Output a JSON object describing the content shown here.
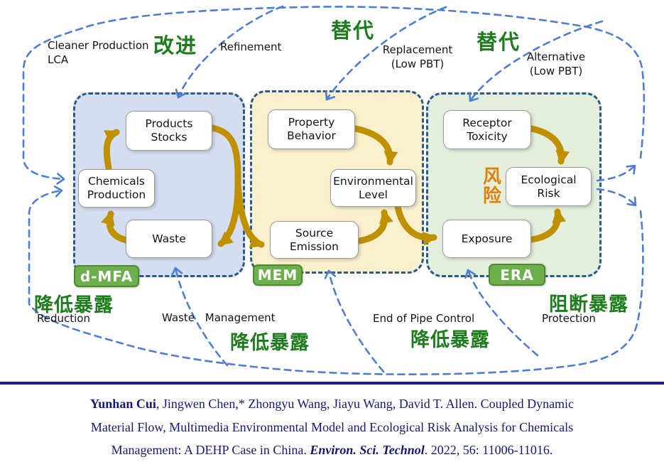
{
  "diagram": {
    "top_annotations": {
      "cleaner_production": "Cleaner Production\nLCA",
      "improve_zh": "改进",
      "refinement": "Refinement",
      "replace_zh_1": "替代",
      "replacement": "Replacement\n(Low PBT)",
      "replace_zh_2": "替代",
      "alternative": "Alternative\n(Low PBT)"
    },
    "modules": {
      "dmfa": {
        "tag": "d-MFA",
        "nodes": {
          "products": "Products\nStocks",
          "chemicals": "Chemicals\nProduction",
          "waste": "Waste"
        }
      },
      "mem": {
        "tag": "MEM",
        "nodes": {
          "property": "Property\nBehavior",
          "env": "Environmental\nLevel",
          "source": "Source\nEmission"
        }
      },
      "era": {
        "tag": "ERA",
        "risk_zh": "风\n险",
        "nodes": {
          "receptor": "Receptor\nToxicity",
          "risk": "Ecological\nRisk",
          "exposure": "Exposure"
        }
      }
    },
    "bottom_annotations": {
      "reduce_exposure_zh_1": "降低暴露",
      "reduction": "Reduction",
      "waste_management": "Waste Management",
      "reduce_exposure_zh_2": "降低暴露",
      "end_of_pipe": "End of Pipe Control",
      "reduce_exposure_zh_3": "降低暴露",
      "block_exposure_zh": "阻断暴露",
      "protection": "Protection"
    },
    "colors": {
      "outer_dashed_blue": "#4d7ed3",
      "module_border_blue": "#2a5a8e",
      "flow_gold": "#bf9000",
      "tag_green": "#6cb04b",
      "chinese_green": "#1d7d1d",
      "risk_orange": "#e0800a",
      "citation_navy": "#16167e",
      "dmfa_fill": "#d4def0",
      "mem_fill": "#fbf0cd",
      "era_fill": "#e3efdb"
    }
  },
  "citation": {
    "line1_bold": "Yunhan Cui",
    "line1_rest": ", Jingwen Chen,* Zhongyu Wang, Jiayu Wang, David T. Allen. Coupled Dynamic",
    "line2": "Material Flow, Multimedia Environmental Model and Ecological Risk Analysis for Chemicals",
    "line3_pre": "Management: A DEHP Case in China. ",
    "line3_journal": "Environ. Sci. Technol",
    "line3_rest": ". 2022, 56: 11006-11016."
  }
}
